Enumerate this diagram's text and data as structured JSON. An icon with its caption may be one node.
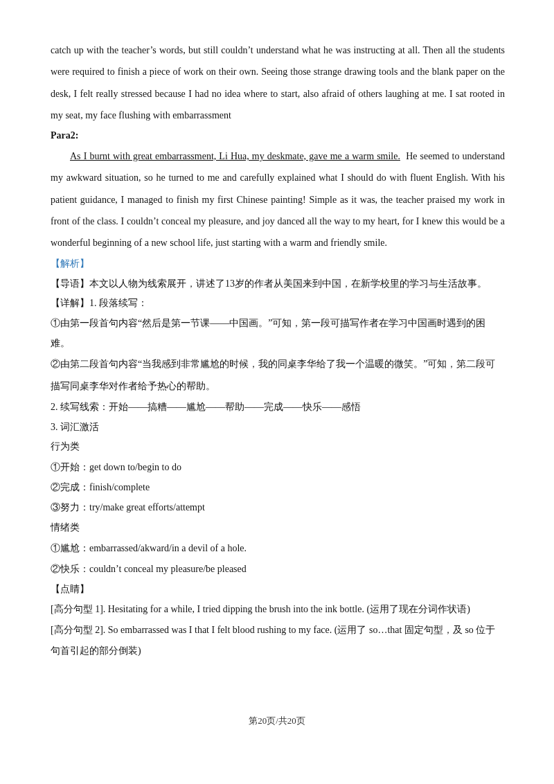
{
  "diagram": {
    "labels": [
      "catch up with the teacher’s words, but still couldn’t understand what he was instructing at all. Then all the students were required to finish a piece of work on their own. Seeing those strange drawing tools and the blank paper on the desk, I felt really stressed because I had no idea where to start, also afraid of others laughing at me. I sat rooted in my seat, my face flushing with embarrassment",
      "Para2:",
      "As I burnt with great embarrassment, Li Hua, my deskmate, gave me a warm smile.",
      "He seemed to understand my awkward situation, so he turned to me and carefully explained what I should do with fluent English. With his patient guidance, I managed to finish my first Chinese painting! Simple as it was, the teacher praised my work in front of the class. I couldn’t conceal my pleasure, and joy danced all the way to my heart, for I knew this would be a wonderful beginning of a new school life, just starting with a warm and friendly smile.",
      "【解析】",
      "【导语】本文以人物为线索展开，讲述了13岁的作者从美国来到中国，在新学校里的学习与生活故事。",
      "【详解】1. 段落续写：",
      "①由第一段首句内容“然后是第一节课——中国画。”可知，第一段可描写作者在学习中国画时遇到的困难。",
      "②由第二段首句内容“当我感到非常尴尬的时候，我的同桌李华给了我一个温暖的微笑。”可知，第二段可描写同桌李华对作者给予热心的帮助。",
      "2. 续写线索：开始——搞糟——尴尬——帮助——完成——快乐——感悟",
      "3. 词汇激活",
      "行为类",
      "①开始：get down to/begin to do",
      "②完成：finish/complete",
      "③努力：try/make great efforts/attempt",
      "情绪类",
      "①尴尬：embarrassed/akward/in a devil of a hole.",
      "②快乐：couldn’t conceal my pleasure/be pleased",
      "【点睛】",
      "[高分句型 1]. Hesitating for a while, I tried dipping the brush into the ink bottle. (运用了现在分词作状语)",
      "[高分句型 2]. So embarrassed was I that I felt blood rushing to my face. (运用了 so…that 固定句型，及 so 位于句首引起的部分倒装)",
      "第20页/共20页"
    ]
  }
}
